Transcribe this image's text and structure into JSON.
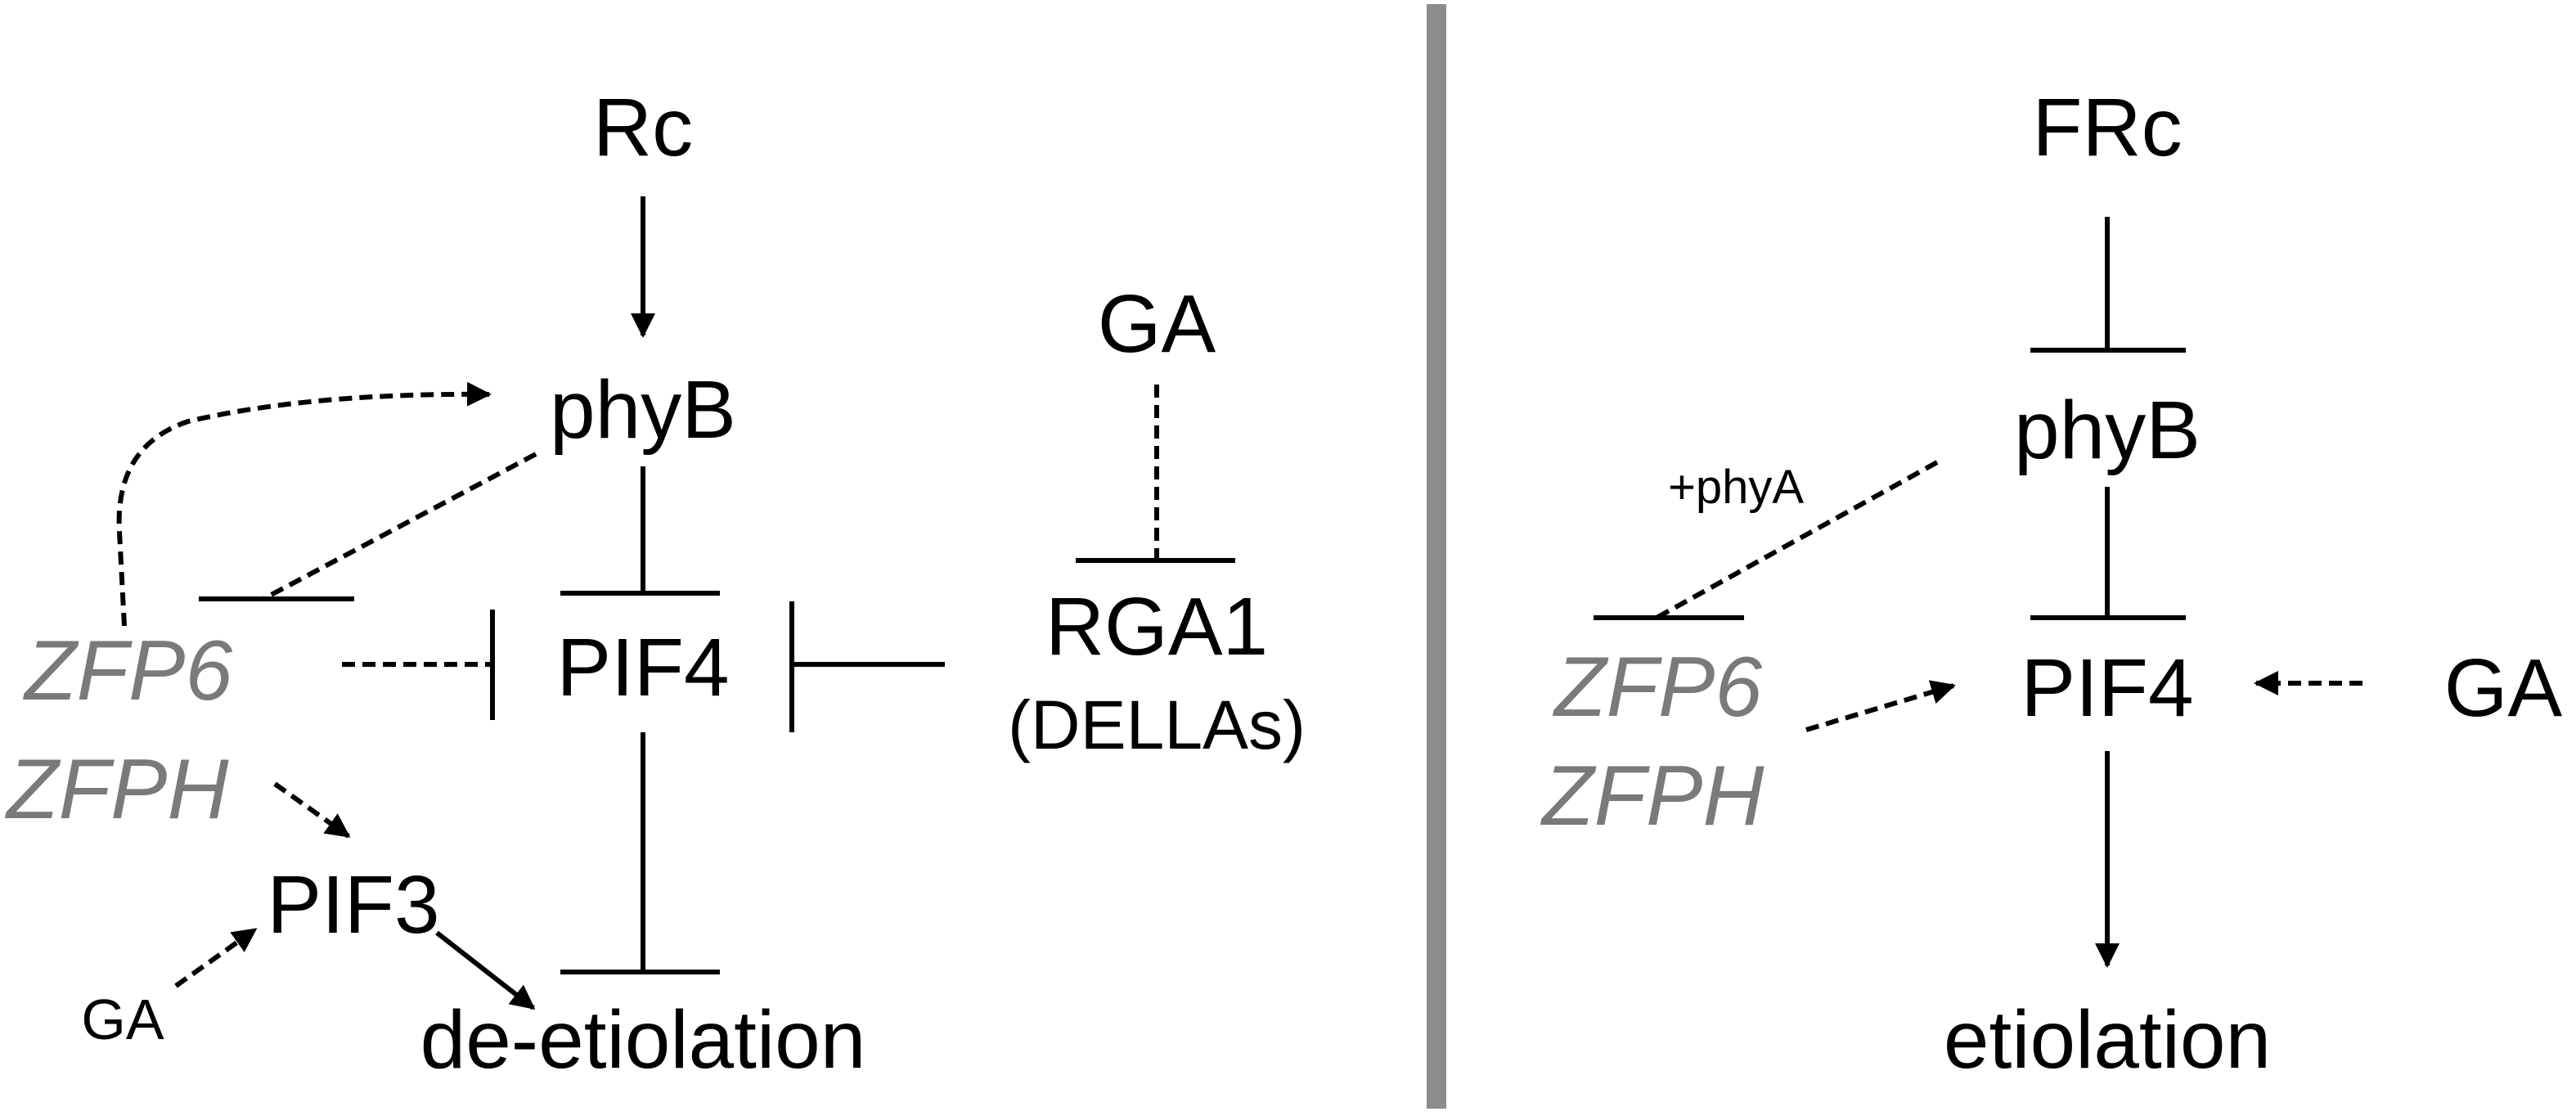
{
  "colors": {
    "rc": "#c00000",
    "frc": "#7f0000",
    "gene": "#7a7a7a",
    "divider": "#8c8c8c"
  },
  "left": {
    "light": "Rc",
    "phyB": "phyB",
    "pif4": "PIF4",
    "ga": "GA",
    "rga1": "RGA1",
    "dellas": "(DELLAs)",
    "zfp6": "ZFP6",
    "zfph": "ZFPH",
    "pif3": "PIF3",
    "ga_small": "GA",
    "outcome": "de-etiolation"
  },
  "right": {
    "light": "FRc",
    "phyB": "phyB",
    "phyA": "+phyA",
    "pif4": "PIF4",
    "ga": "GA",
    "zfp6": "ZFP6",
    "zfph": "ZFPH",
    "outcome": "etiolation"
  }
}
